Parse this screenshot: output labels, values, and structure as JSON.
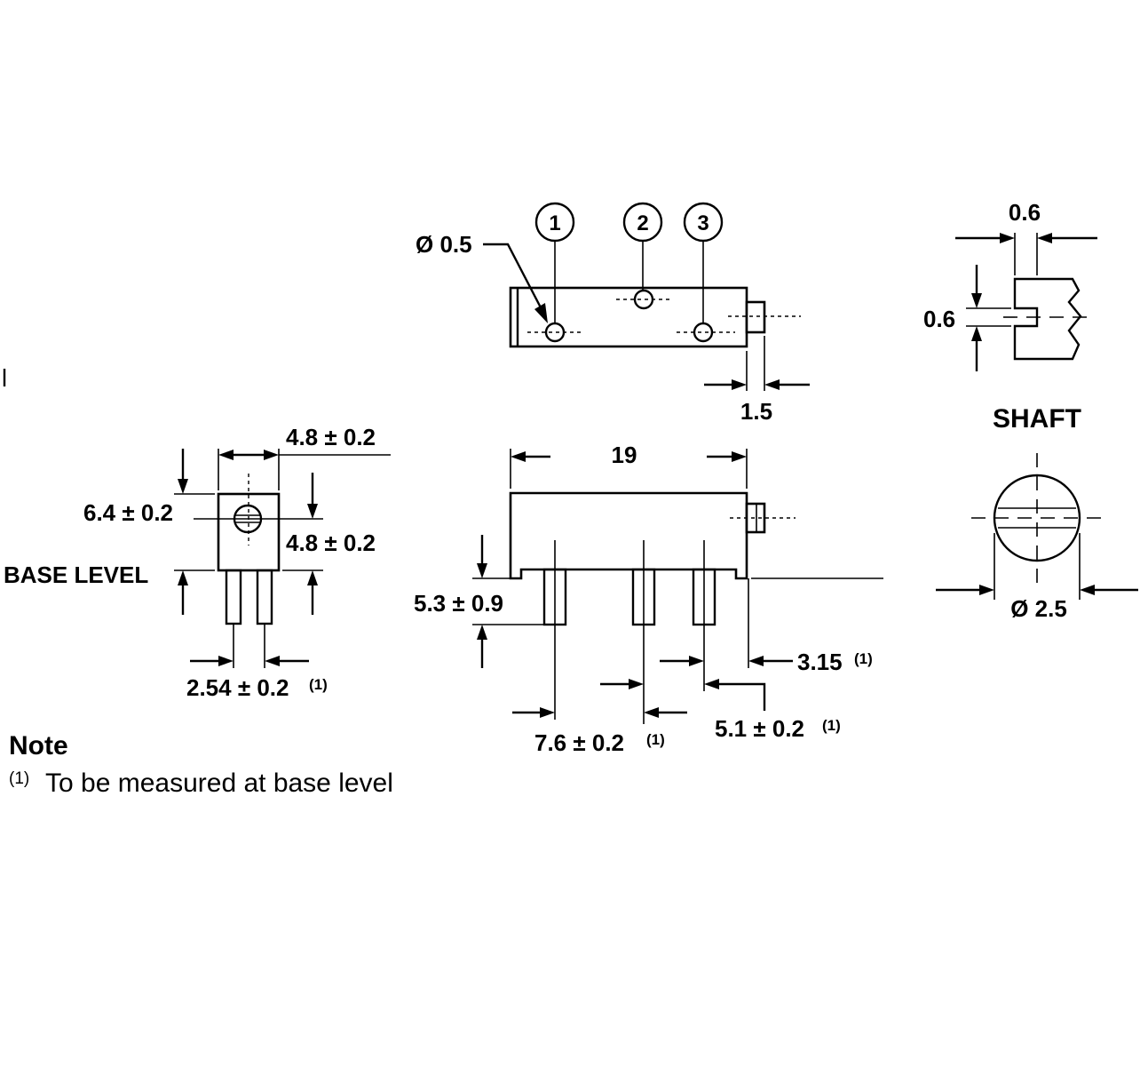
{
  "pins": {
    "p1": "1",
    "p2": "2",
    "p3": "3"
  },
  "top_view": {
    "hole_dia": "Ø 0.5",
    "shaft_offset": "1.5"
  },
  "side_view": {
    "length": "19",
    "pin_height": "5.3 ± 0.9",
    "pitch_left": "7.6 ± 0.2",
    "pitch_left_note": "(1)",
    "pitch_right": "5.1 ± 0.2",
    "pitch_right_note": "(1)",
    "end_offset": "3.15",
    "end_offset_note": "(1)"
  },
  "end_view": {
    "width": "4.8 ± 0.2",
    "height": "4.8 ± 0.2",
    "shaft_height": "6.4 ± 0.2",
    "base_level": "BASE LEVEL",
    "pin_pitch": "2.54 ± 0.2",
    "pin_pitch_note": "(1)"
  },
  "shaft": {
    "title": "SHAFT",
    "slot_width": "0.6",
    "slot_depth": "0.6",
    "diameter": "Ø 2.5"
  },
  "note": {
    "heading": "Note",
    "marker": "(1)",
    "text": "To be measured at base level"
  }
}
